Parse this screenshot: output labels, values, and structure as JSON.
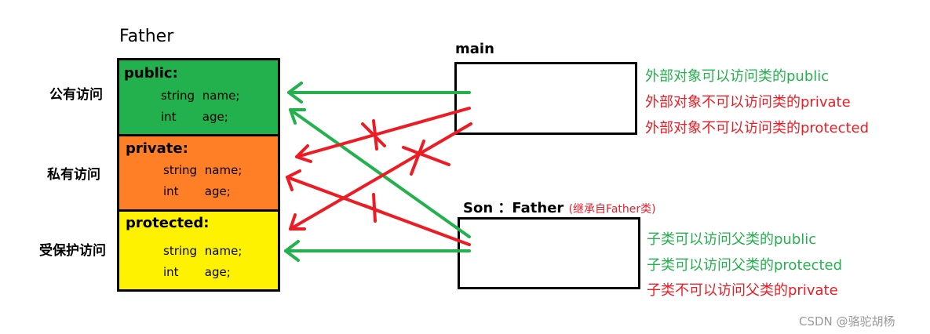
{
  "father": {
    "title": "Father",
    "sections": [
      {
        "header": "public:",
        "members": [
          {
            "type": "string",
            "name": "name;"
          },
          {
            "type": "int",
            "name": "age;"
          }
        ],
        "color": "#22b14c",
        "side_label": "公有访问"
      },
      {
        "header": "private:",
        "members": [
          {
            "type": "string",
            "name": "name;"
          },
          {
            "type": "int",
            "name": "age;"
          }
        ],
        "color": "#ff7f27",
        "side_label": "私有访问"
      },
      {
        "header": "protected:",
        "members": [
          {
            "type": "string",
            "name": "name;"
          },
          {
            "type": "int",
            "name": "age;"
          }
        ],
        "color": "#fff200",
        "side_label": "受保护访问"
      }
    ]
  },
  "main_box": {
    "label": "main",
    "notes": [
      {
        "text": "外部对象可以访问类的public",
        "color": "#22b14c"
      },
      {
        "text": "外部对象不可以访问类的private",
        "color": "#ed1c24"
      },
      {
        "text": "外部对象不可以访问类的protected",
        "color": "#ed1c24"
      }
    ]
  },
  "son_box": {
    "label": "Son ：Father",
    "note": "(继承自Father类)",
    "notes": [
      {
        "text": "子类可以访问父类的public",
        "color": "#22b14c"
      },
      {
        "text": "子类可以访问父类的protected",
        "color": "#22b14c"
      },
      {
        "text": "子类不可以访问父类的private",
        "color": "#ed1c24"
      }
    ]
  },
  "colors": {
    "allowed": "#22b14c",
    "denied": "#ed1c24",
    "border": "#000000"
  },
  "watermark": "CSDN @骆驼胡杨"
}
